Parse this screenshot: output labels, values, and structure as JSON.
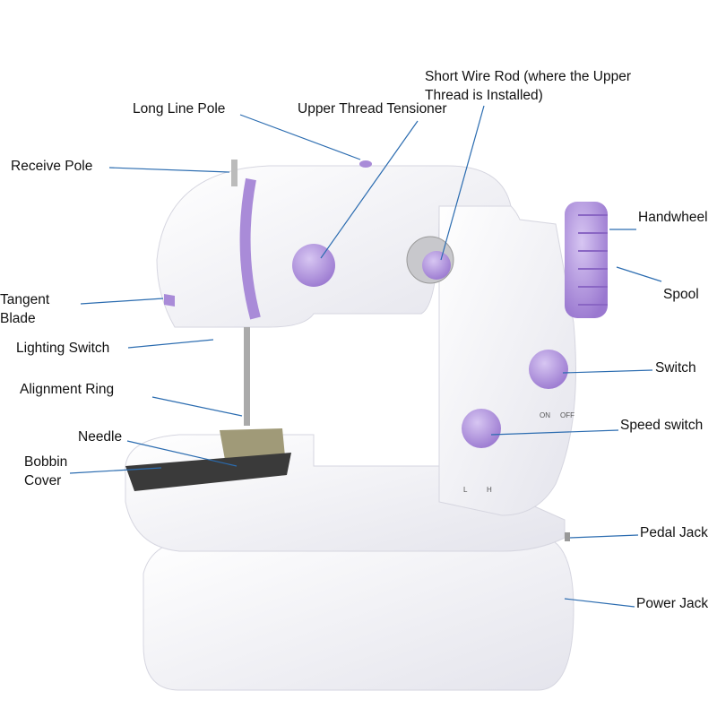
{
  "labels": {
    "short_wire_rod_1": "Short Wire Rod (where the Upper",
    "short_wire_rod_2": "Thread is Installed)",
    "long_line_pole": "Long Line Pole",
    "upper_thread_tensioner": "Upper Thread Tensioner",
    "receive_pole": "Receive Pole",
    "handwheel": "Handwheel",
    "spool": "Spool",
    "tangent_blade_1": "Tangent",
    "tangent_blade_2": "Blade",
    "lighting_switch": "Lighting Switch",
    "switch": "Switch",
    "alignment_ring": "Alignment Ring",
    "speed_switch": "Speed switch",
    "needle": "Needle",
    "bobbin_cover_1": "Bobbin",
    "bobbin_cover_2": "Cover",
    "pedal_jack": "Pedal Jack",
    "power_jack": "Power Jack"
  },
  "machine_marks": {
    "on": "ON",
    "off": "OFF",
    "low": "L",
    "high": "H"
  },
  "colors": {
    "accent": "#a98bd8",
    "leader": "#2b6cb0",
    "body": "#f4f4f8"
  }
}
